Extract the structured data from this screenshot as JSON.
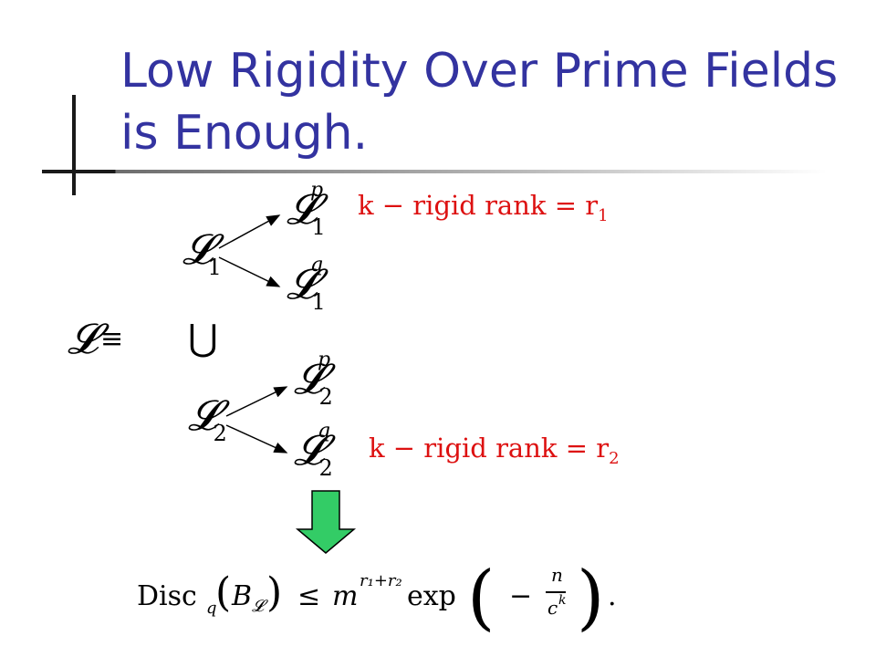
{
  "slide": {
    "title": "Low Rigidity Over Prime Fields is Enough."
  },
  "diagram": {
    "lhs": "𝓛",
    "equiv": "≡",
    "union": "⋃",
    "top": {
      "root": "𝓛",
      "root_sub": "1",
      "upper": "𝓛",
      "upper_sub": "1",
      "upper_sup": "p",
      "lower": "𝓛",
      "lower_sub": "1",
      "lower_sup": "q",
      "rank_label": "k − rigid rank = r",
      "rank_sub": "1"
    },
    "bottom": {
      "root": "𝓛",
      "root_sub": "2",
      "upper": "𝓛",
      "upper_sub": "2",
      "upper_sup": "p",
      "lower": "𝓛",
      "lower_sub": "2",
      "lower_sup": "q",
      "rank_label": "k − rigid rank = r",
      "rank_sub": "2"
    }
  },
  "result": {
    "disc": "Disc",
    "disc_sub": "q",
    "arg": "B",
    "arg_sub": "𝓛",
    "leq": "≤",
    "m": "m",
    "m_exp": "r₁+r₂",
    "exp": "exp",
    "minus": "−",
    "num": "n",
    "den": "c",
    "den_exp": "k",
    "end": "."
  },
  "colors": {
    "title": "#3333a0",
    "rank_text": "#dd1111",
    "arrow_fill": "#33cc66"
  }
}
